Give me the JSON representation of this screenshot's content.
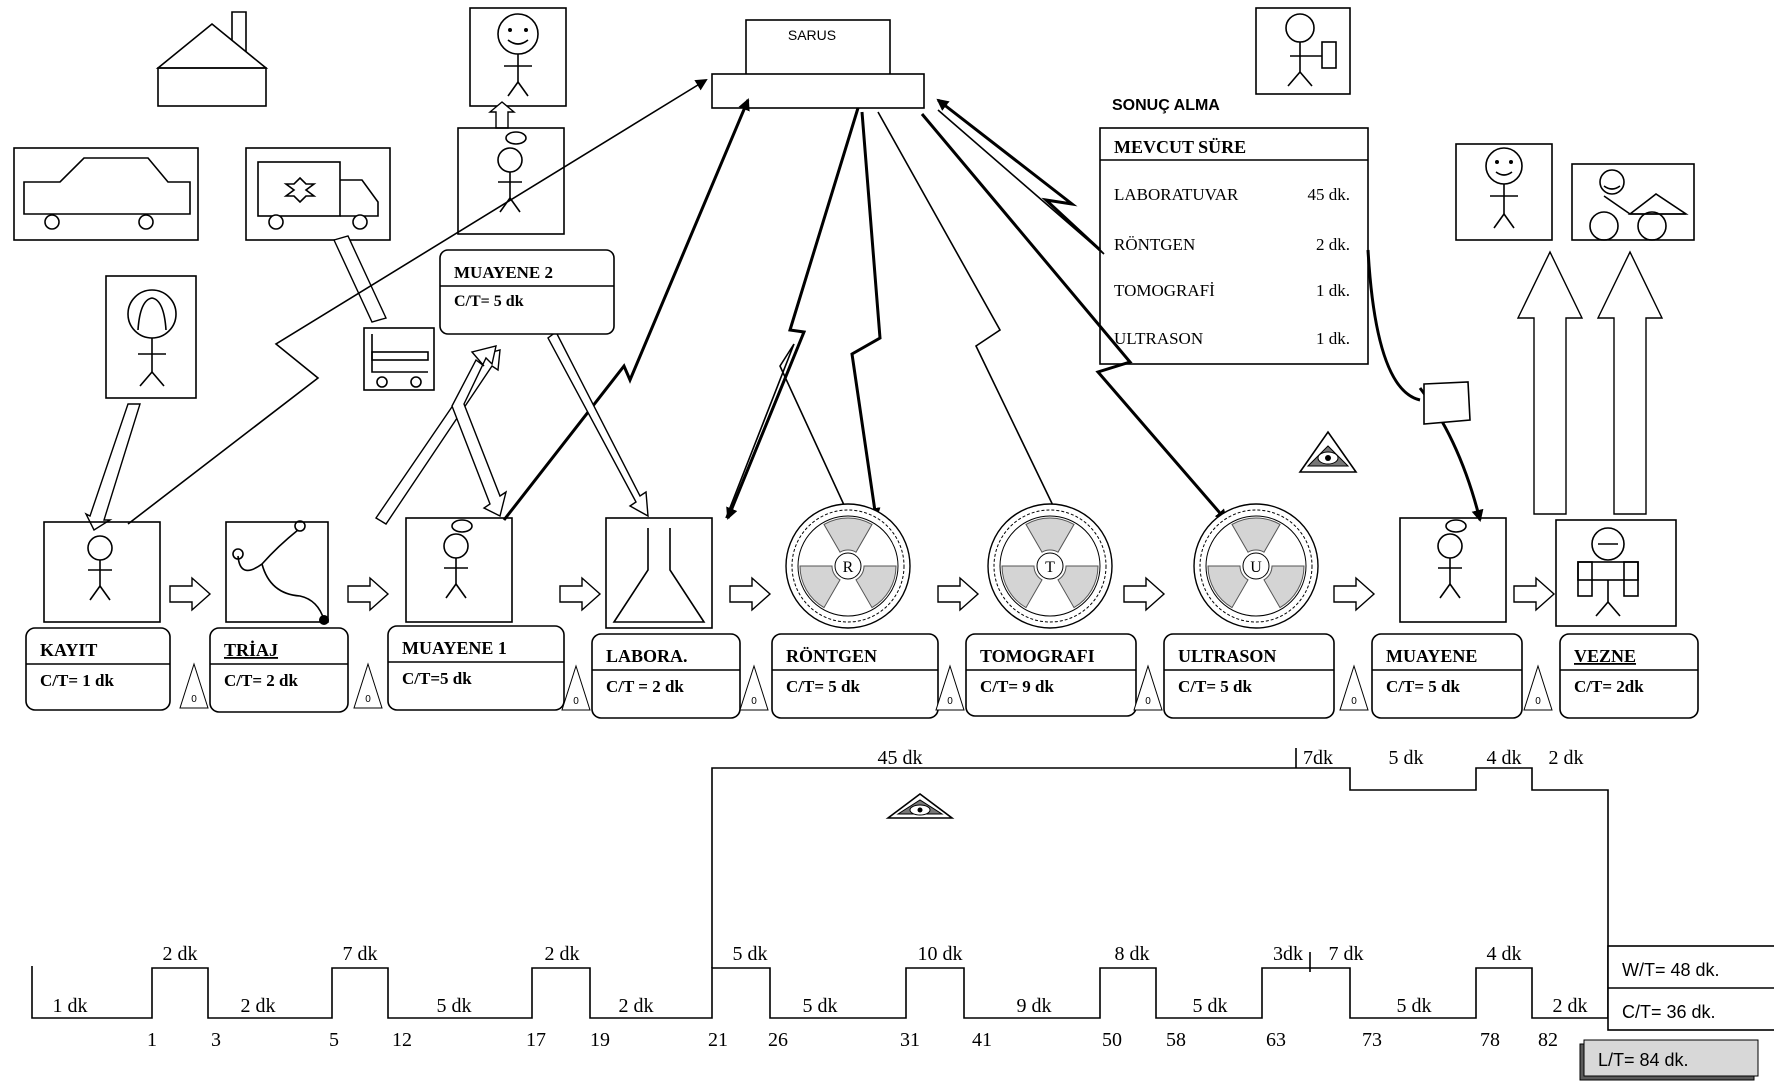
{
  "sarus": {
    "label": "SARUS"
  },
  "results": {
    "heading": "SONUÇ ALMA",
    "title": "MEVCUT SÜRE",
    "rows": [
      {
        "name": "LABORATUVAR",
        "time": "45 dk."
      },
      {
        "name": "RÖNTGEN",
        "time": "2 dk."
      },
      {
        "name": "TOMOGRAFİ",
        "time": "1 dk."
      },
      {
        "name": "ULTRASON",
        "time": "1 dk."
      }
    ]
  },
  "muayene2": {
    "title": "MUAYENE 2",
    "ct": "C/T= 5  dk"
  },
  "processes": [
    {
      "title": "KAYIT",
      "ct": "C/T= 1 dk"
    },
    {
      "title": "TRİAJ",
      "ct": "C/T= 2 dk"
    },
    {
      "title": "MUAYENE 1",
      "ct": "C/T=5 dk"
    },
    {
      "title": "LABORA.",
      "ct": "C/T = 2 dk"
    },
    {
      "title": "RÖNTGEN",
      "ct": "C/T= 5 dk"
    },
    {
      "title": "TOMOGRAFI",
      "ct": "C/T= 9 dk"
    },
    {
      "title": "ULTRASON",
      "ct": "C/T= 5 dk"
    },
    {
      "title": "MUAYENE",
      "ct": "C/T= 5 dk"
    },
    {
      "title": "VEZNE",
      "ct": "C/T= 2dk"
    }
  ],
  "machines": [
    {
      "letter": "R"
    },
    {
      "letter": "T"
    },
    {
      "letter": "U"
    }
  ],
  "timeline": {
    "upper": [
      {
        "label": "45 dk"
      },
      {
        "label": "7dk"
      },
      {
        "label": "5 dk"
      },
      {
        "label": "4 dk"
      },
      {
        "label": "2 dk"
      }
    ],
    "high": [
      "2 dk",
      "7 dk",
      "2 dk",
      "5 dk",
      "10 dk",
      "8 dk",
      "3dk",
      "7 dk",
      "4 dk"
    ],
    "low": [
      "1 dk",
      "2 dk",
      "5 dk",
      "2 dk",
      "5 dk",
      "9 dk",
      "5 dk",
      "5 dk",
      "2 dk"
    ],
    "ticks": [
      "1",
      "3",
      "5",
      "12",
      "17",
      "19",
      "21",
      "26",
      "31",
      "41",
      "50",
      "58",
      "63",
      "73",
      "78",
      "82"
    ]
  },
  "summary": {
    "wt": "W/T= 48 dk.",
    "ct": "C/T= 36 dk.",
    "lt": "L/T= 84 dk."
  }
}
